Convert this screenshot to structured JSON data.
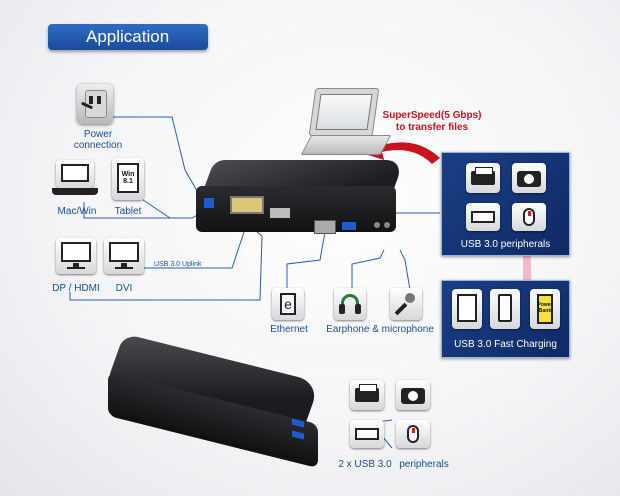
{
  "header": {
    "title": "Application"
  },
  "devices": {
    "power": "Power\nconnection",
    "mac_win": "Mac/Win",
    "tablet": "Tablet",
    "tablet_os": "Win 8.1",
    "dp_hdmi": "DP / HDMI",
    "dvi": "DVI",
    "usb_uplink": "USB 3.0 Uplink",
    "ethernet": "Ethernet",
    "earphone": "Earphone & microphone"
  },
  "superspeed": {
    "line1": "SuperSpeed(5 Gbps)",
    "line2": "to transfer files"
  },
  "panels": {
    "peripherals": "USB 3.0 peripherals",
    "charging": "USB 3.0 Fast Charging",
    "power_bank": "Power Bank"
  },
  "bottom": {
    "ports": "2 x USB 3.0",
    "peripherals": "peripherals"
  },
  "colors": {
    "accent": "#1c4e9a",
    "highlight": "#d0141d",
    "panel": "#153574"
  }
}
